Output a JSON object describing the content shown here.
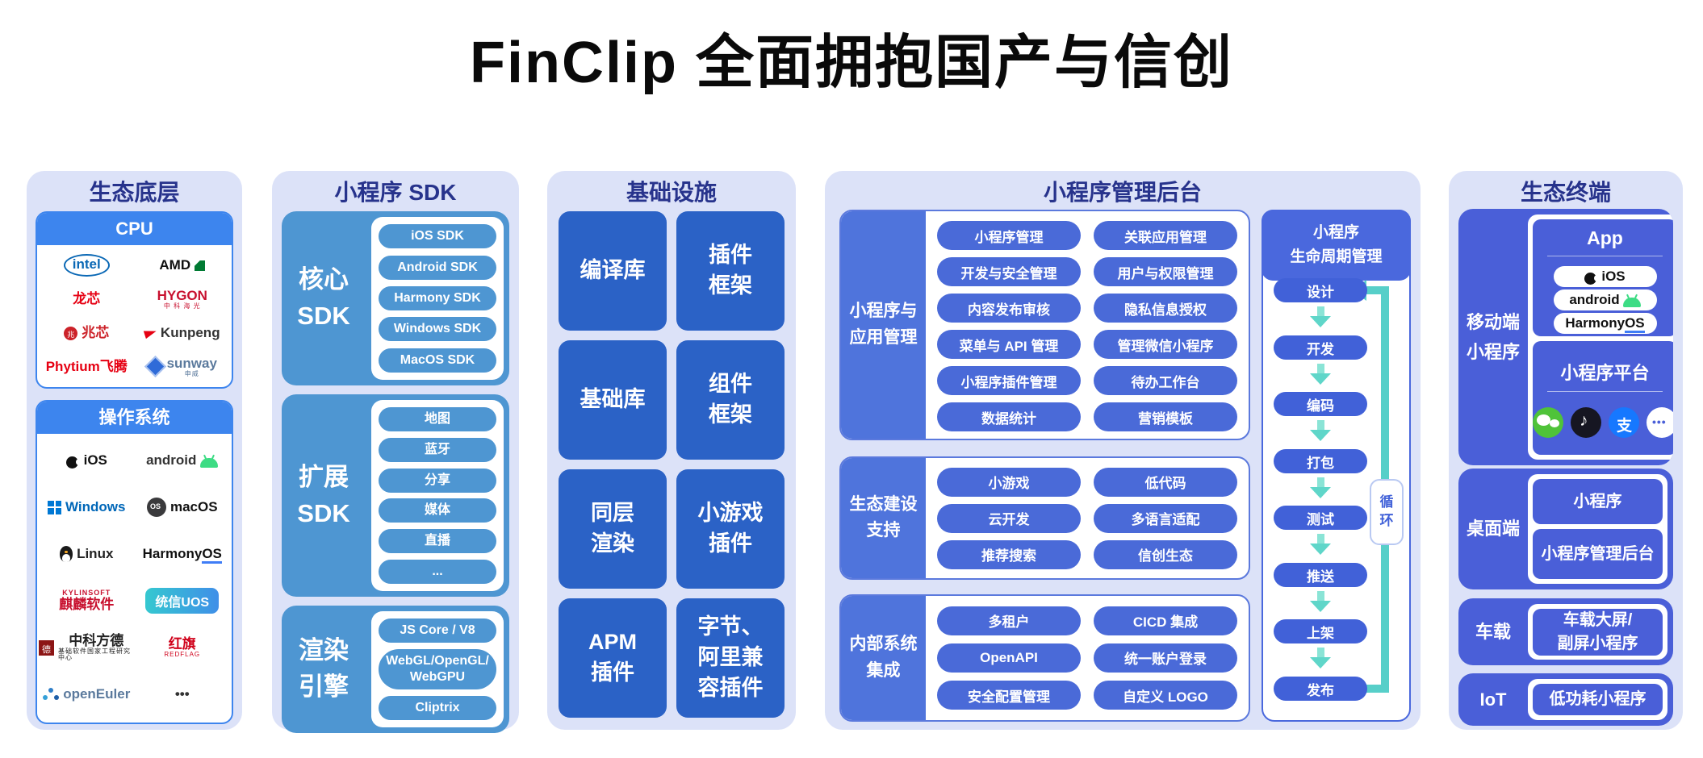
{
  "title": "FinClip 全面拥抱国产与信创",
  "colors": {
    "page_bg": "#ffffff",
    "column_bg": "#dce2f8",
    "heading_navy": "#27338c",
    "bright_blue": "#3d85ee",
    "sky_blue": "#4e96d2",
    "deep_blue": "#2b62c6",
    "indigo_pill": "#4a6ad8",
    "label_blue": "#4f74dc",
    "terminal_indigo": "#4a5fd8",
    "lifecycle_blue": "#4161d8",
    "teal_arrow": "#57cfc9",
    "title_black": "#0a0a0a"
  },
  "base": {
    "title": "生态底层",
    "cpu": {
      "header": "CPU",
      "logos": [
        {
          "name": "intel",
          "label": "intel",
          "color": "#0a68b5",
          "mark": "intel",
          "markOnly": true
        },
        {
          "name": "amd",
          "label": "AMD",
          "color": "#111111",
          "mark": "amd",
          "markAfter": true
        },
        {
          "name": "loongson",
          "label": "龙芯",
          "color": "#e60012"
        },
        {
          "name": "hygon",
          "label": "HYGON",
          "sub": "中 科 海 光",
          "color": "#c8102e"
        },
        {
          "name": "zhaoxin",
          "label": "兆芯",
          "color": "#cc2229",
          "mark": "zhaoxin"
        },
        {
          "name": "kunpeng",
          "label": "Kunpeng",
          "color": "#333333",
          "mark": "kunpeng"
        },
        {
          "name": "phytium",
          "label": "Phytium飞腾",
          "color": "#e60012"
        },
        {
          "name": "sunway",
          "label": "sunway",
          "sub": "申威",
          "color": "#5b7a9d",
          "mark": "diamond"
        }
      ]
    },
    "os": {
      "header": "操作系统",
      "logos": [
        {
          "name": "ios",
          "label": "iOS",
          "color": "#111111",
          "mark": "apple"
        },
        {
          "name": "android",
          "label": "android",
          "color": "#333333",
          "mark": "android",
          "markAfter": true
        },
        {
          "name": "windows",
          "label": "Windows",
          "color": "#0067b8",
          "mark": "windows"
        },
        {
          "name": "macos",
          "label": "macOS",
          "color": "#111111",
          "mark": "macos"
        },
        {
          "name": "linux",
          "label": "Linux",
          "color": "#222222",
          "mark": "linux"
        },
        {
          "name": "harmonyos",
          "label": "HarmonyOS",
          "color": "#111111",
          "parts": [
            "Harmony",
            "OS"
          ]
        },
        {
          "name": "kylin",
          "label": "麒麟软件",
          "sup": "KYLINSOFT",
          "color": "#c8102e"
        },
        {
          "name": "uos",
          "label": "统信UOS",
          "color": "#ffffff",
          "pill": true
        },
        {
          "name": "fangde",
          "label": "中科方德",
          "sub": "基础软件国家工程研究中心",
          "color": "#222222",
          "mark": "fangde"
        },
        {
          "name": "redflag",
          "label": "红旗",
          "sub": "REDFLAG",
          "color": "#d0021b"
        },
        {
          "name": "openeuler",
          "label": "openEuler",
          "color": "#5b7a9d",
          "mark": "openeuler"
        },
        {
          "name": "more",
          "label": "•••",
          "color": "#333333"
        }
      ]
    }
  },
  "sdk": {
    "title": "小程序 SDK",
    "groups": [
      {
        "label": "核心\nSDK",
        "pills": [
          "iOS SDK",
          "Android SDK",
          "Harmony SDK",
          "Windows SDK",
          "MacOS SDK"
        ]
      },
      {
        "label": "扩展\nSDK",
        "pills": [
          "地图",
          "蓝牙",
          "分享",
          "媒体",
          "直播",
          "..."
        ]
      },
      {
        "label": "渲染\n引擎",
        "pills": [
          "JS Core / V8",
          "WebGL/OpenGL/\nWebGPU",
          "Cliptrix"
        ]
      }
    ]
  },
  "infra": {
    "title": "基础设施",
    "cells": [
      "编译库",
      "插件\n框架",
      "基础库",
      "组件\n框架",
      "同层\n渲染",
      "小游戏\n插件",
      "APM\n插件",
      "字节、\n阿里兼\n容插件"
    ]
  },
  "admin": {
    "title": "小程序管理后台",
    "groups": [
      {
        "label": "小程序与\n应用管理",
        "pills": [
          "小程序管理",
          "关联应用管理",
          "开发与安全管理",
          "用户与权限管理",
          "内容发布审核",
          "隐私信息授权",
          "菜单与 API 管理",
          "管理微信小程序",
          "小程序插件管理",
          "待办工作台",
          "数据统计",
          "营销模板"
        ]
      },
      {
        "label": "生态建设\n支持",
        "pills": [
          "小游戏",
          "低代码",
          "云开发",
          "多语言适配",
          "推荐搜索",
          "信创生态"
        ]
      },
      {
        "label": "内部系统\n集成",
        "pills": [
          "多租户",
          "CICD 集成",
          "OpenAPI",
          "统一账户登录",
          "安全配置管理",
          "自定义 LOGO"
        ]
      }
    ],
    "lifecycle": {
      "title": "小程序\n生命周期管理",
      "steps": [
        "设计",
        "开发",
        "编码",
        "打包",
        "测试",
        "推送",
        "上架",
        "发布"
      ],
      "loop_label": "循\n环"
    }
  },
  "terminal": {
    "title": "生态终端",
    "mobile": {
      "label": "移动端\n小程序",
      "app": {
        "title": "App",
        "pills": [
          {
            "name": "ios",
            "label": "iOS",
            "mark": "apple"
          },
          {
            "name": "android",
            "label": "android",
            "mark": "android",
            "markAfter": true
          },
          {
            "name": "harmonyos",
            "label": "HarmonyOS",
            "parts": [
              "Harmony",
              "OS"
            ]
          }
        ]
      },
      "platform": {
        "title": "小程序平台",
        "icons": [
          "wechat",
          "douyin",
          "alipay",
          "more"
        ]
      }
    },
    "desktop": {
      "label": "桌面端",
      "boxes": [
        "小程序",
        "小程序管理后台"
      ]
    },
    "car": {
      "label": "车载",
      "boxes": [
        "车载大屏/\n副屏小程序"
      ]
    },
    "iot": {
      "label": "IoT",
      "boxes": [
        "低功耗小程序"
      ]
    }
  }
}
